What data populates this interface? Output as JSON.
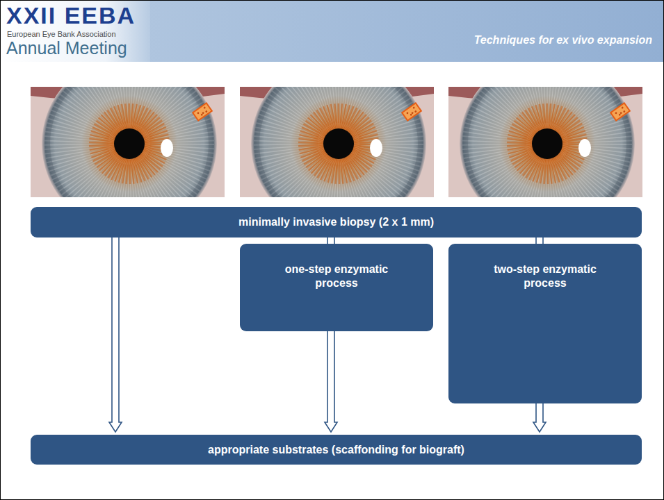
{
  "diagram": {
    "title": "Techniques for ex vivo expansion",
    "nodes": [
      {
        "text": [
          "minimally invasive biopsy (2 x 1 mm)"
        ]
      },
      {
        "text": [
          "one-step enzymatic process"
        ]
      },
      {
        "text": [
          "two-step enzymatic process"
        ]
      },
      {
        "text": [
          "appropriate substrates (scaffonding for biograft)"
        ]
      }
    ],
    "edges": [
      {
        "from": 0,
        "to": 3,
        "arrow": "to"
      },
      {
        "from": 0,
        "to": 1,
        "arrow": "none"
      },
      {
        "from": 1,
        "to": 3,
        "arrow": "to"
      },
      {
        "from": 0,
        "to": 2,
        "arrow": "none"
      },
      {
        "from": 2,
        "to": 3,
        "arrow": "to"
      }
    ],
    "labels": [
      "XXII EEBA",
      "European Eye Bank Association",
      "Annual Meeting"
    ]
  }
}
